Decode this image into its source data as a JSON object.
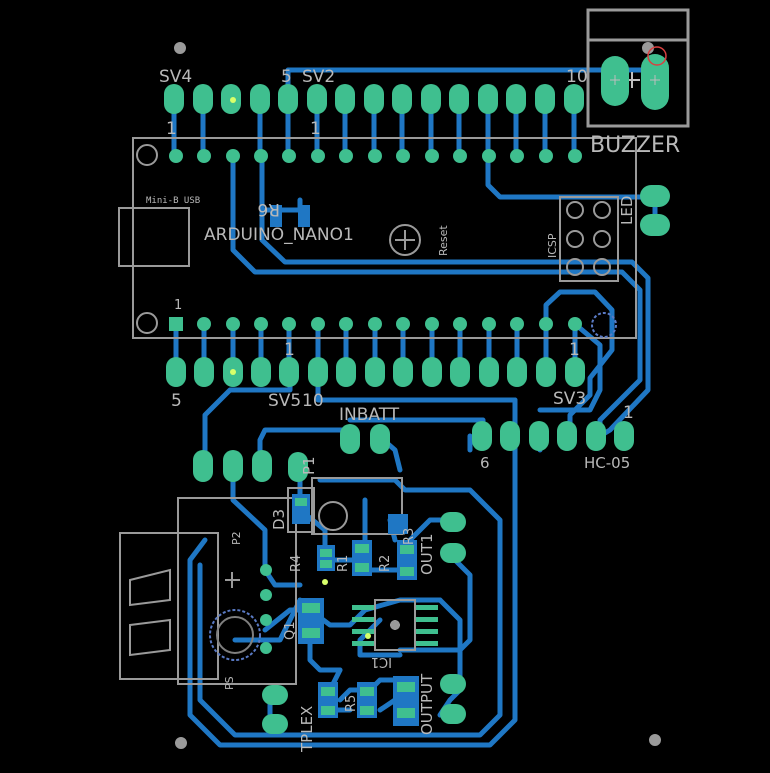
{
  "labels": {
    "sv4": "SV4",
    "sv2_5": "5",
    "sv2": "SV2",
    "sv2_10": "10",
    "sv4_1": "1",
    "sv2_1": "1",
    "buzzer": "BUZZER",
    "mini_usb": "Mini-B USB",
    "r6": "R6",
    "arduino": "ARDUINO_NANO1",
    "reset": "Reset",
    "icsp": "ICSP",
    "led": "LED",
    "nano_pin1": "1",
    "sv5_5": "5",
    "sv5_1": "1",
    "sv5": "SV5",
    "sv5_10": "10",
    "sv3": "SV3",
    "sv3_1": "1",
    "inbatt": "INBATT",
    "hc05_6": "6",
    "hc05_1": "1",
    "hc05": "HC-05",
    "d3": "D3",
    "p1": "P1",
    "out1": "OUT1",
    "r1": "R1",
    "r2": "R2",
    "r3": "R3",
    "r4": "R4",
    "r5": "R5",
    "q1": "Q1",
    "ic1": "IC1",
    "p2": "P2",
    "tplex": "TPLEX",
    "output": "OUTPUT",
    "ps": "PS"
  },
  "colors": {
    "background": "#000000",
    "trace": "#1f77c4",
    "pad": "#3fbf8f",
    "silk": "#b9b9b9"
  }
}
